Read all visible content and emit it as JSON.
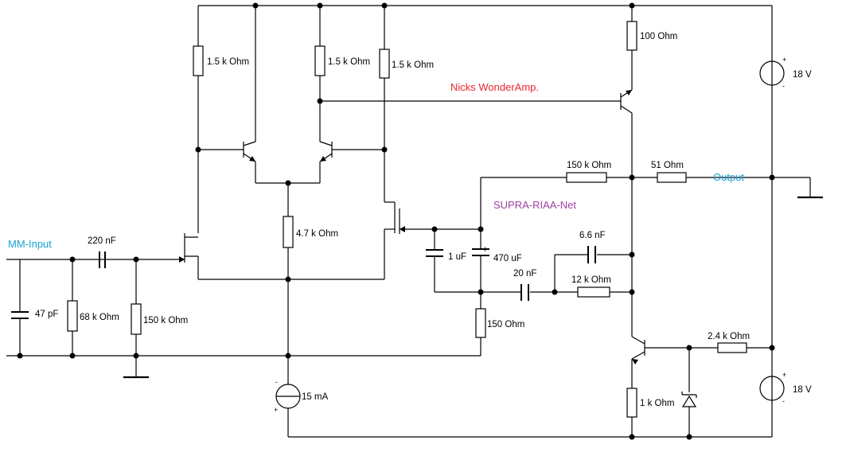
{
  "titles": {
    "amp_name": "Nicks WonderAmp.",
    "network_name": "SUPRA-RIAA-Net"
  },
  "io": {
    "input": "MM-Input",
    "output": "Output"
  },
  "components": {
    "r_load_left": "1.5 k Ohm",
    "r_load_mid": "1.5 k Ohm",
    "r_load_right": "1.5 k Ohm",
    "r_tail": "4.7 k Ohm",
    "r_top_emitter": "100  Ohm",
    "r_feedback": "150 k Ohm",
    "r_output": "51  Ohm",
    "c_input": "220 nF",
    "c_shunt": "47 pF",
    "r_shunt_68k": "68 k Ohm",
    "r_shunt_150k": "150 k Ohm",
    "c_1u": "1 uF",
    "c_470u": "470 uF",
    "r_150": "150  Ohm",
    "c_6n6": "6.6 nF",
    "c_20n": "20 nF",
    "r_12k": "12 k Ohm",
    "r_2k4": "2.4 k Ohm",
    "r_1k": "1 k Ohm",
    "current_source": "15 mA",
    "supply_top": "18 V",
    "supply_bottom": "18 V",
    "plus_sign": "+",
    "minus_sign": "-"
  },
  "colors": {
    "amp_title": "#e8262b",
    "network_title": "#a040a0",
    "io_labels": "#1aa3d6"
  }
}
